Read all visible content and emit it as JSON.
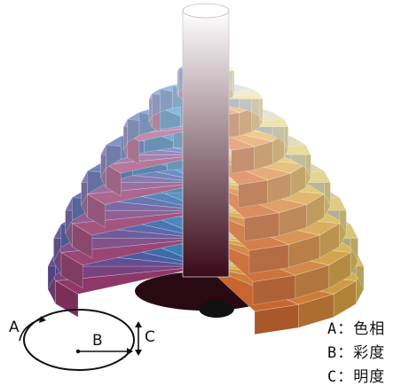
{
  "diagram": {
    "solid": {
      "rings": 8,
      "sectors": 20,
      "hue_colors": [
        "#f2d04a",
        "#f0b036",
        "#ec8c2a",
        "#e66a1e",
        "#e04e16",
        "#d8351a",
        "#c82230",
        "#b21c4a",
        "#9a2a6a",
        "#7c3a8a",
        "#5e4aa6",
        "#3e5cb8",
        "#2a70c6",
        "#2a8ad4",
        "#4aa2dc",
        "#7ab6dc",
        "#a8c6d8",
        "#cfd6d0",
        "#e8e0a8",
        "#f4e070"
      ],
      "top_color": "#ffffff",
      "bottom_color": "#2a0a12"
    },
    "axes": {
      "a_label": "A",
      "b_label": "B",
      "c_label": "C"
    },
    "legend": [
      {
        "key": "A",
        "sep": "：",
        "text": "色相"
      },
      {
        "key": "B",
        "sep": "：",
        "text": "彩度"
      },
      {
        "key": "C",
        "sep": "：",
        "text": "明度"
      }
    ]
  }
}
